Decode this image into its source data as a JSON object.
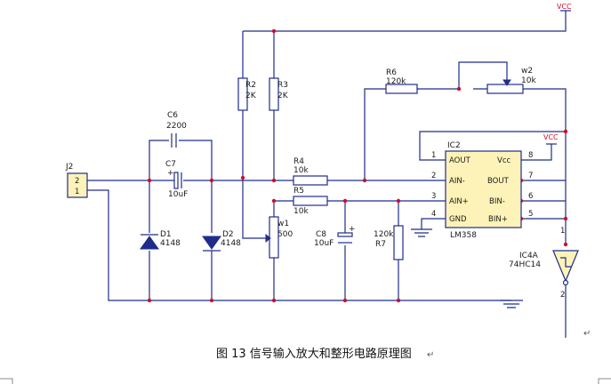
{
  "labels": {
    "vcc_top": "VCC",
    "vcc_right": "VCC",
    "j2": "J2",
    "j2_pin2": "2",
    "j2_pin1": "1",
    "c6": "C6",
    "c6_val": "2200",
    "c7": "C7",
    "c7_plus": "+",
    "c7_val": "10uF",
    "r2": "R2",
    "r2_val": "2K",
    "r3": "R3",
    "r3_val": "2K",
    "r4": "R4",
    "r4_val": "10k",
    "r5": "R5",
    "r5_val": "10k",
    "r6": "R6",
    "r6_val": "120k",
    "w2": "w2",
    "w2_val": "10k",
    "w1": "w1",
    "w1_val": "500",
    "d1": "D1",
    "d1_val": "4148",
    "d2": "D2",
    "d2_val": "4148",
    "c8": "C8",
    "c8_val": "10uF",
    "c8_plus": "+",
    "r7": "R7",
    "r7_val": "120k",
    "ic2": "IC2",
    "ic2_part": "LM358",
    "ic4a": "IC4A",
    "ic4a_part": "74HC14",
    "ic4a_pin1": "1",
    "ic4a_pin2": "2"
  },
  "ic2_pins": {
    "p1": "1",
    "p2": "2",
    "p3": "3",
    "p4": "4",
    "p5": "5",
    "p6": "6",
    "p7": "7",
    "p8": "8",
    "aout": "AOUT",
    "ain_minus": "AIN-",
    "ain_plus": "AIN+",
    "gnd": "GND",
    "vcc": "Vcc",
    "bout": "BOUT",
    "bin_minus": "BIN-",
    "bin_plus": "BIN+"
  },
  "caption": "图 13  信号输入放大和整形电路原理图",
  "caption_mark": "↵",
  "return_mark": "↵"
}
